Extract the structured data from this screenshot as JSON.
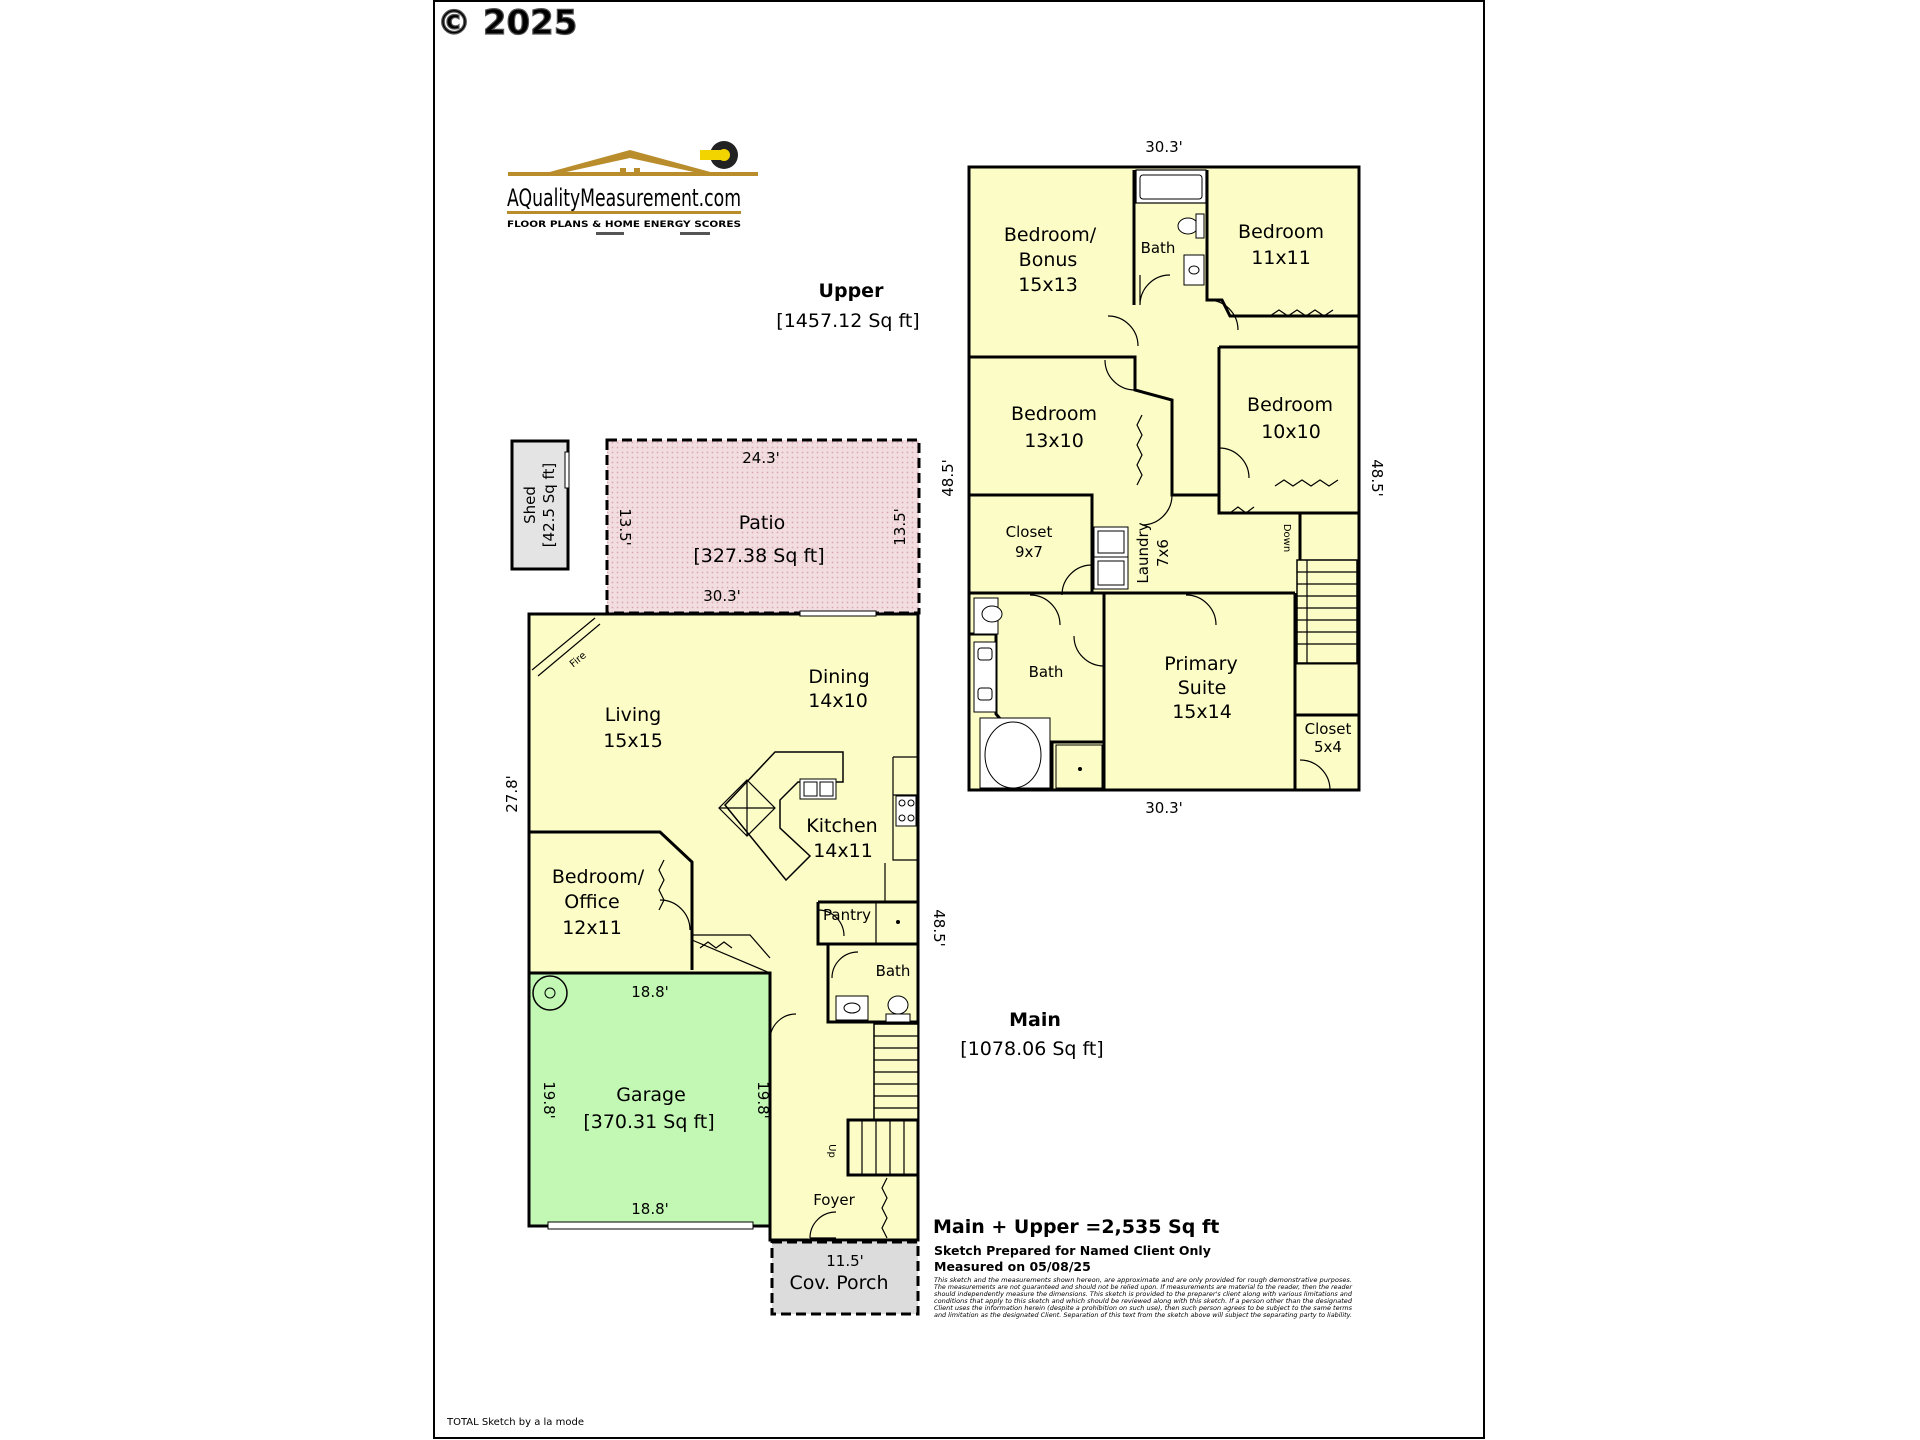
{
  "copyright": "© 2025",
  "logo": {
    "name": "AQualityMeasurement.com",
    "tagline": "FLOOR PLANS & HOME ENERGY SCORES"
  },
  "credit": "TOTAL Sketch by a la mode",
  "upper": {
    "title": "Upper",
    "area": "[1457.12 Sq ft]",
    "dim_top": "30.3'",
    "dim_bottom": "30.3'",
    "dim_left": "48.5'",
    "dim_right": "48.5'",
    "rooms": {
      "bonus_1": "Bedroom/",
      "bonus_2": "Bonus",
      "bonus_3": "15x13",
      "bath_top": "Bath",
      "bed_ne_1": "Bedroom",
      "bed_ne_2": "11x11",
      "bed_w_1": "Bedroom",
      "bed_w_2": "13x10",
      "bed_e_1": "Bedroom",
      "bed_e_2": "10x10",
      "closet_1": "Closet",
      "closet_2": "9x7",
      "laundry_1": "Laundry",
      "laundry_2": "7x6",
      "down": "Down",
      "bath_primary": "Bath",
      "suite_1": "Primary",
      "suite_2": "Suite",
      "suite_3": "15x14",
      "closet_b_1": "Closet",
      "closet_b_2": "5x4"
    }
  },
  "main": {
    "title": "Main",
    "area": "[1078.06 Sq ft]",
    "dim_left": "27.8'",
    "dim_right": "48.5'",
    "rooms": {
      "fire": "Fire",
      "living_1": "Living",
      "living_2": "15x15",
      "dining_1": "Dining",
      "dining_2": "14x10",
      "kitchen_1": "Kitchen",
      "kitchen_2": "14x11",
      "office_1": "Bedroom/",
      "office_2": "Office",
      "office_3": "12x11",
      "pantry": "Pantry",
      "bath": "Bath",
      "up": "Up",
      "foyer": "Foyer"
    }
  },
  "shed": {
    "label": "Shed",
    "area": "[42.5 Sq ft]"
  },
  "patio": {
    "label": "Patio",
    "area": "[327.38 Sq ft]",
    "dim_top": "24.3'",
    "dim_left": "13.5'",
    "dim_right": "13.5'",
    "dim_bottom": "30.3'"
  },
  "garage": {
    "label": "Garage",
    "area": "[370.31 Sq ft]",
    "dim_top": "18.8'",
    "dim_bottom": "18.8'",
    "dim_left": "19.8'",
    "dim_right": "19.8'"
  },
  "porch": {
    "label": "Cov. Porch",
    "dim": "11.5'"
  },
  "totals": {
    "total": "Main + Upper =2,535 Sq ft",
    "line1": "Sketch Prepared for Named Client Only",
    "line2": "Measured on 05/08/25",
    "disclaimer": [
      "This sketch and the measurements shown hereon, are approximate and are only provided for rough demonstrative purposes.",
      "The measurements are not guaranteed and should not be relied upon.  If measurements are material to the reader, then the reader",
      "should independently measure the dimensions.  This sketch is provided to the preparer's client along with various limitations and",
      "conditions that apply to this sketch and which should be reviewed along with this sketch.  If a person other than the designated",
      "Client uses the information herein (despite a prohibition on such use), then such person agrees to be subject to the same terms",
      "and limitation as the designated Client.  Separation of this text from the sketch above will subject the separating party to liability."
    ]
  },
  "colors": {
    "room": "#fcfcc6",
    "garage": "#c2f7b4",
    "patio": "#f2dde0",
    "porch": "#dcdcdc",
    "shed": "#e4e4e4",
    "logo_gold": "#b98d2b",
    "logo_blue": "#1c3c8c"
  }
}
